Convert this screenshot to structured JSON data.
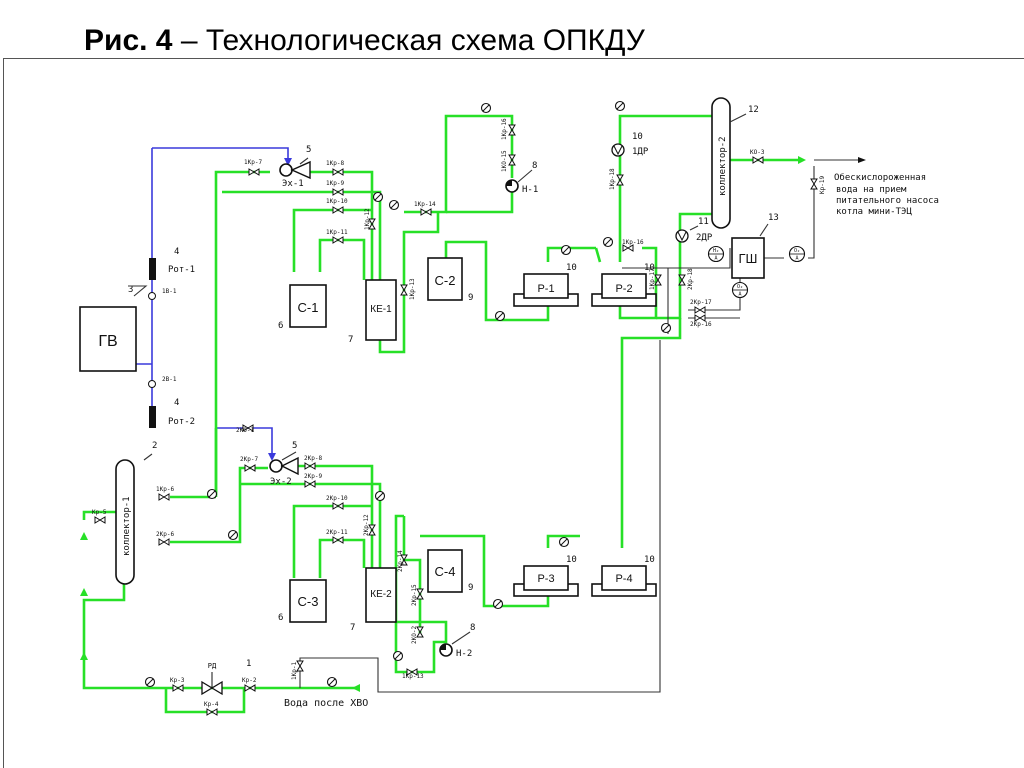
{
  "title": {
    "fig": "Рис. 4",
    "dash": "–",
    "text": "Технологическая схема ОПКДУ"
  },
  "equipment": {
    "gv": "ГВ",
    "c1": "С-1",
    "c2": "С-2",
    "c3": "С-3",
    "c4": "С-4",
    "ke1": "КЕ-1",
    "ke2": "КЕ-2",
    "r1": "Р-1",
    "r2": "Р-2",
    "r3": "Р-3",
    "r4": "Р-4",
    "gsh": "ГШ",
    "collector1": "коллектор-1",
    "collector2": "коллектор-2",
    "rot1": "Рот-1",
    "rot2": "Рот-2",
    "ex1": "Эх-1",
    "ex2": "Эх-2",
    "n1": "Н-1",
    "n2": "Н-2",
    "dr1": "1ДР",
    "dr2": "2ДР",
    "rd": "РД"
  },
  "numbers": {
    "n1": "1",
    "n2": "2",
    "n3": "3",
    "n4a": "4",
    "n4b": "4",
    "n5a": "5",
    "n5b": "5",
    "n6a": "6",
    "n6b": "6",
    "n7a": "7",
    "n7b": "7",
    "n8a": "8",
    "n8b": "8",
    "n9a": "9",
    "n9b": "9",
    "n10a": "10",
    "n10b": "10",
    "n10c": "10",
    "n10d": "10",
    "n10e": "10",
    "n11": "11",
    "n12": "12",
    "n13": "13"
  },
  "valves": {
    "kr7_1": "1Кр-7",
    "kr8_1": "1Кр-8",
    "kr9_1": "1Кр-9",
    "kr10_1": "1Кр-10",
    "kr11_1": "1Кр-11",
    "kr12_1": "1Кр-12",
    "kr13_1": "1Кр-13",
    "kr14_1": "1Кр-14",
    "kr16_1": "1Кр-16",
    "ko15_1": "1КО-15",
    "kr18_1": "1Кр-18",
    "kr16b_1": "1Кр-16",
    "kr17_1": "1Кр-17",
    "kr6_1": "1Кр-6",
    "kr1_1": "1Кр-1",
    "kr13b_1": "1Кр-13",
    "kr7_2": "2Кр-7",
    "kr8_2": "2Кр-8",
    "kr9_2": "2Кр-9",
    "kr10_2": "2Кр-10",
    "kr11_2": "2Кр-11",
    "kr12_2": "2Кр-12",
    "kr14_2": "2Кр-14",
    "kr15_2": "2Кр-15",
    "ko2_2": "2КО-2",
    "kr17_2": "2Кр-17",
    "kr16_2": "2Кр-16",
    "kr18_2": "2Кр-18",
    "kr6_2": "2Кр-6",
    "ko1_2": "2КО-1",
    "kr5": "Кр-5",
    "kr3": "Кр-3",
    "kr2": "Кр-2",
    "kr4": "Кр-4",
    "kr19": "Кр-19",
    "ko3": "КО-3",
    "iv1": "1В-1",
    "iv2": "2В-1"
  },
  "instruments": {
    "a1": "А",
    "a2": "А",
    "a3": "А",
    "o2a": "O₂",
    "o2b": "O₂",
    "h2": "H₂"
  },
  "annotations": {
    "out1": "Обескислороженная",
    "out2": "вода на прием",
    "out3": "питательного насоса",
    "out4": "котла мини-ТЭЦ",
    "inlet": "Вода после ХВО"
  },
  "colors": {
    "process": "#27e027",
    "gas": "#3a3adc",
    "drain": "#333333"
  }
}
